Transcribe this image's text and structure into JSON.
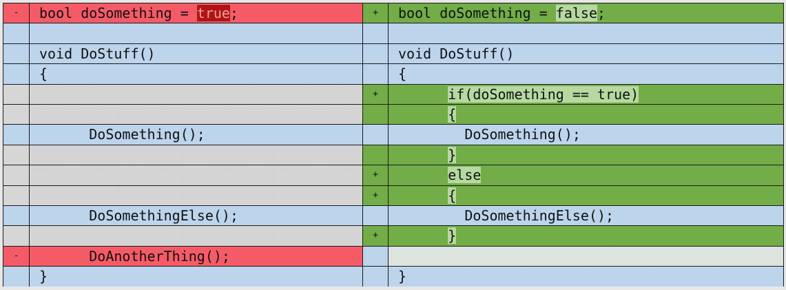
{
  "markers": {
    "deleted": "-",
    "added": "+"
  },
  "colors": {
    "unchanged": "#bcd4ec",
    "deleted": "#f55b67",
    "deleted_highlight": "#b01414",
    "added": "#72ad48",
    "added_highlight": "#b5d9a0",
    "placeholder": "#d6d6d6",
    "border": "#1a1a1a"
  },
  "rows": [
    {
      "left": {
        "kind": "deleted",
        "marker": "-",
        "segments": [
          {
            "t": "bool doSomething = "
          },
          {
            "t": "true",
            "hl": true
          },
          {
            "t": ";"
          }
        ]
      },
      "right": {
        "kind": "added",
        "marker": "+",
        "segments": [
          {
            "t": "bool doSomething = "
          },
          {
            "t": "false",
            "hl": true
          },
          {
            "t": ";"
          }
        ]
      }
    },
    {
      "left": {
        "kind": "unchanged",
        "marker": "",
        "segments": []
      },
      "right": {
        "kind": "unchanged",
        "marker": "",
        "segments": []
      }
    },
    {
      "left": {
        "kind": "unchanged",
        "marker": "",
        "segments": [
          {
            "t": "void DoStuff()"
          }
        ]
      },
      "right": {
        "kind": "unchanged",
        "marker": "",
        "segments": [
          {
            "t": "void DoStuff()"
          }
        ]
      }
    },
    {
      "left": {
        "kind": "unchanged",
        "marker": "",
        "segments": [
          {
            "t": "{"
          }
        ]
      },
      "right": {
        "kind": "unchanged",
        "marker": "",
        "segments": [
          {
            "t": "{"
          }
        ]
      }
    },
    {
      "left": {
        "kind": "placeholder",
        "marker": "",
        "segments": []
      },
      "right": {
        "kind": "added",
        "marker": "+",
        "segments": [
          {
            "t": "      "
          },
          {
            "t": "if(doSomething == true)",
            "hl": true
          }
        ]
      }
    },
    {
      "left": {
        "kind": "placeholder",
        "marker": "",
        "segments": []
      },
      "right": {
        "kind": "added",
        "marker": "",
        "segments": [
          {
            "t": "      "
          },
          {
            "t": "{",
            "hl": true
          }
        ]
      }
    },
    {
      "left": {
        "kind": "unchanged",
        "marker": "",
        "segments": [
          {
            "t": "      DoSomething();"
          }
        ]
      },
      "right": {
        "kind": "unchanged",
        "marker": "",
        "segments": [
          {
            "t": "        DoSomething();"
          }
        ]
      }
    },
    {
      "left": {
        "kind": "placeholder",
        "marker": "",
        "segments": []
      },
      "right": {
        "kind": "added",
        "marker": "",
        "segments": [
          {
            "t": "      "
          },
          {
            "t": "}",
            "hl": true
          }
        ]
      }
    },
    {
      "left": {
        "kind": "placeholder",
        "marker": "",
        "segments": []
      },
      "right": {
        "kind": "added",
        "marker": "+",
        "segments": [
          {
            "t": "      "
          },
          {
            "t": "else",
            "hl": true
          }
        ]
      }
    },
    {
      "left": {
        "kind": "placeholder",
        "marker": "",
        "segments": []
      },
      "right": {
        "kind": "added",
        "marker": "+",
        "segments": [
          {
            "t": "      "
          },
          {
            "t": "{",
            "hl": true
          }
        ]
      }
    },
    {
      "left": {
        "kind": "unchanged",
        "marker": "",
        "segments": [
          {
            "t": "      DoSomethingElse();"
          }
        ]
      },
      "right": {
        "kind": "unchanged",
        "marker": "",
        "segments": [
          {
            "t": "        DoSomethingElse();"
          }
        ]
      }
    },
    {
      "left": {
        "kind": "placeholder",
        "marker": "",
        "segments": []
      },
      "right": {
        "kind": "added",
        "marker": "+",
        "segments": [
          {
            "t": "      "
          },
          {
            "t": "}",
            "hl": true
          }
        ]
      }
    },
    {
      "left": {
        "kind": "deleted",
        "marker": "-",
        "segments": [
          {
            "t": "      DoAnotherThing();"
          }
        ]
      },
      "right": {
        "kind": "pale",
        "marker": "",
        "segments": []
      }
    },
    {
      "left": {
        "kind": "unchanged",
        "marker": "",
        "segments": [
          {
            "t": "}"
          }
        ]
      },
      "right": {
        "kind": "unchanged",
        "marker": "",
        "segments": [
          {
            "t": "}"
          }
        ]
      }
    }
  ]
}
